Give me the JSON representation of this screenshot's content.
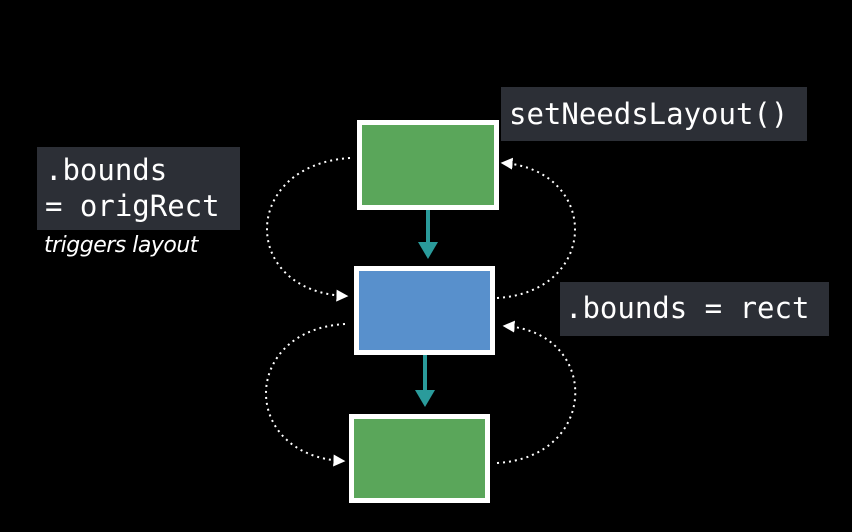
{
  "labels": {
    "set_needs_layout": "setNeedsLayout()",
    "orig_rect_line1": ".bounds",
    "orig_rect_line2": "= origRect",
    "triggers_layout": "triggers layout",
    "bounds_rect": ".bounds = rect"
  },
  "colors": {
    "background": "#000000",
    "label_bg": "#2c2f36",
    "view_green": "#5aa65a",
    "view_blue": "#5890cc",
    "view_border": "#ffffff",
    "arrow_teal": "#2a9b9b",
    "dotted_line": "#ffffff"
  },
  "views": [
    {
      "name": "top-view",
      "fill": "green"
    },
    {
      "name": "middle-view",
      "fill": "blue"
    },
    {
      "name": "bottom-view",
      "fill": "green"
    }
  ]
}
